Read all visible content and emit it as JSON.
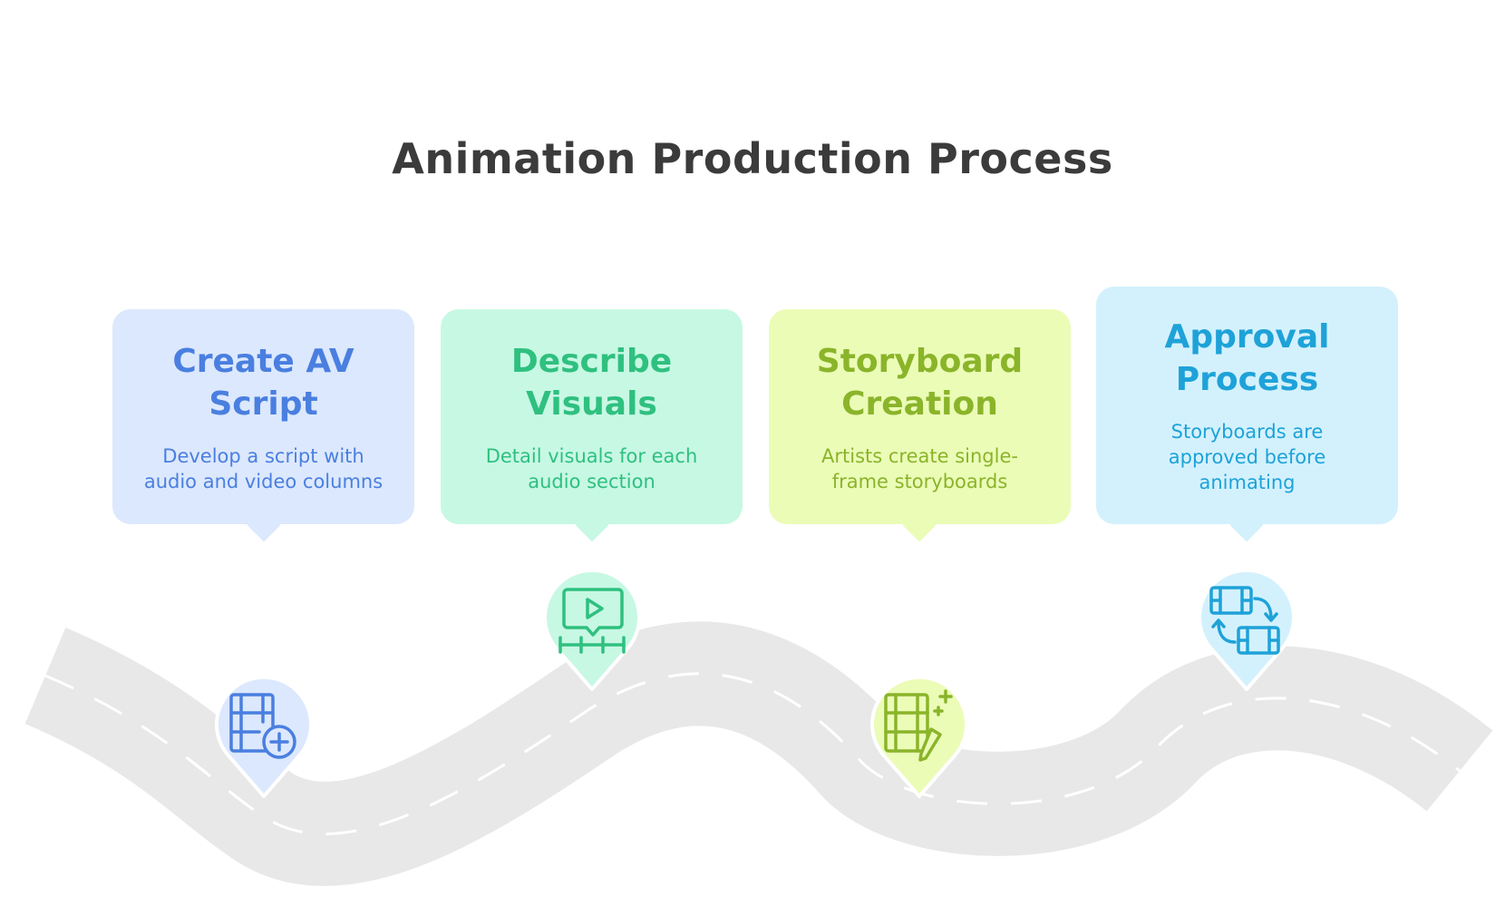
{
  "title": "Animation Production Process",
  "steps": [
    {
      "title": "Create AV Script",
      "description": "Develop a script with audio and video columns",
      "icon": "film-add-icon",
      "color": "#4a7fe0",
      "bg": "#dce8fd"
    },
    {
      "title": "Describe Visuals",
      "description": "Detail visuals for each audio section",
      "icon": "video-timeline-icon",
      "color": "#2fc07f",
      "bg": "#c7f8e4"
    },
    {
      "title": "Storyboard Creation",
      "description": "Artists create single-frame storyboards",
      "icon": "film-edit-icon",
      "color": "#8ab42a",
      "bg": "#ebfcb7"
    },
    {
      "title": "Approval Process",
      "description": "Storyboards are approved before animating",
      "icon": "film-swap-icon",
      "color": "#1ea2d8",
      "bg": "#d3f1fd"
    }
  ],
  "road_color": "#e8e8e8",
  "dash_color": "#ffffff"
}
